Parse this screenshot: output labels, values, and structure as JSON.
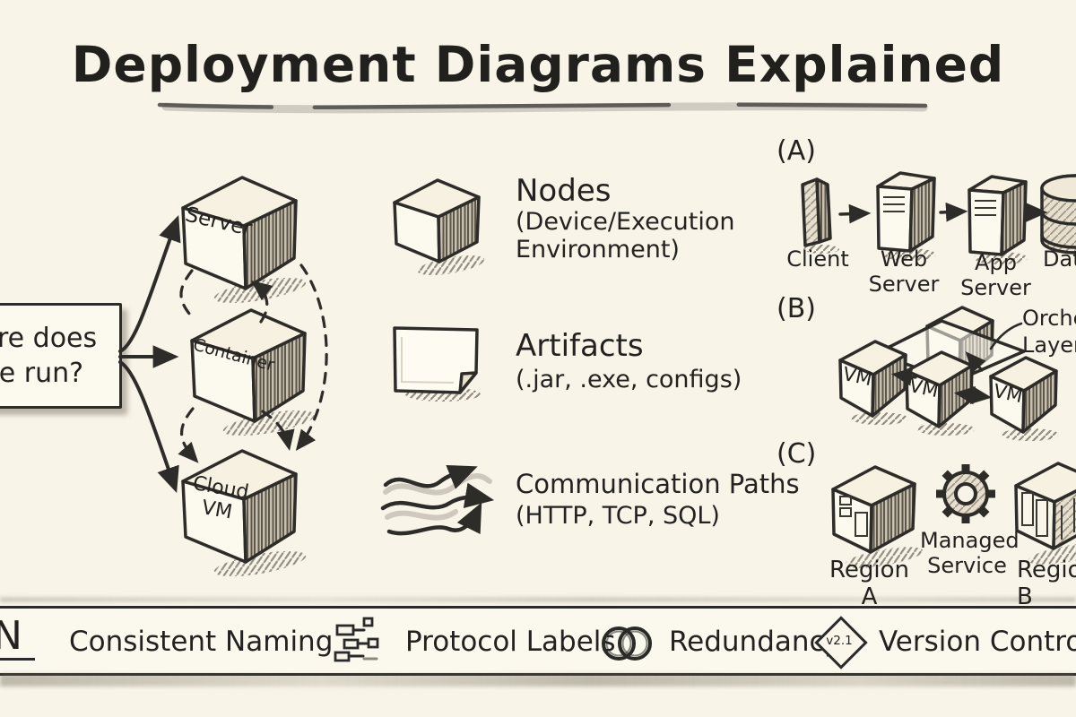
{
  "title": "Deployment Diagrams Explained",
  "question_box": {
    "text": "Where does code run?"
  },
  "stack": {
    "server": "Server",
    "container": "Container",
    "cloud_vm": "Cloud VM"
  },
  "legend": {
    "nodes": {
      "title": "Nodes",
      "subtitle": "(Device/Execution Environment)"
    },
    "artifacts": {
      "title": "Artifacts",
      "subtitle": "(.jar, .exe, configs)"
    },
    "paths": {
      "title": "Communication Paths",
      "subtitle": "(HTTP, TCP, SQL)"
    }
  },
  "example_a": {
    "label": "(A)",
    "client": "Client",
    "web_server": "Web Server",
    "app_server": "App Server",
    "database": "Database"
  },
  "example_b": {
    "label": "(B)",
    "vm1": "VM",
    "vm2": "VM",
    "vm3": "VM",
    "annotation": "Orchestration Layer"
  },
  "example_c": {
    "label": "(C)",
    "region_a": "Region A",
    "managed_service": "Managed Service",
    "region_b": "Region B"
  },
  "footer": {
    "naming_letter": "N",
    "consistent_naming": "Consistent Naming",
    "protocol_labels": "Protocol Labels",
    "redundancy": "Redundancy",
    "version_badge": "v2.1",
    "version_control": "Version Control"
  },
  "colors": {
    "background": "#f8f4e8",
    "ink": "#2e2c28",
    "paper": "#fcf9ee"
  }
}
